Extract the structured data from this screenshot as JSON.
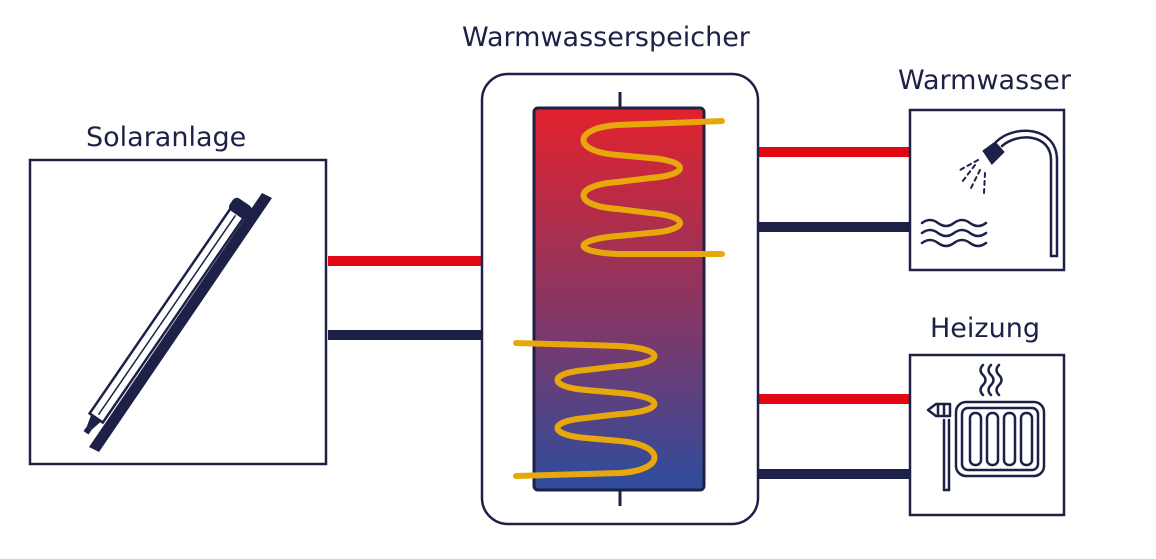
{
  "labels": {
    "solar": "Solaranlage",
    "tank": "Warmwasserspeicher",
    "hot_water": "Warmwasser",
    "heating": "Heizung"
  },
  "colors": {
    "outline": "#1d2147",
    "hot_pipe": "#e30613",
    "cold_pipe": "#1d2147",
    "coil": "#e8a80b",
    "tank_top": "#e3222d",
    "tank_bottom": "#2e4c9e"
  },
  "icons": {
    "solar": "solar-collector-icon",
    "hot_water": "shower-icon",
    "heating": "radiator-icon"
  }
}
